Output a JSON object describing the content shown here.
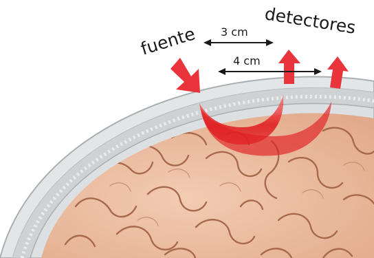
{
  "labels": {
    "source": "fuente",
    "detectors": "detectores",
    "distance_near": "3 cm",
    "distance_far": "4 cm"
  },
  "colors": {
    "light_arrow": "#e8343a",
    "banana_path": "#e01f22",
    "skull_band": "#cfd2d3",
    "brain": "#eec0a3",
    "brain_fold": "#a8684c"
  }
}
